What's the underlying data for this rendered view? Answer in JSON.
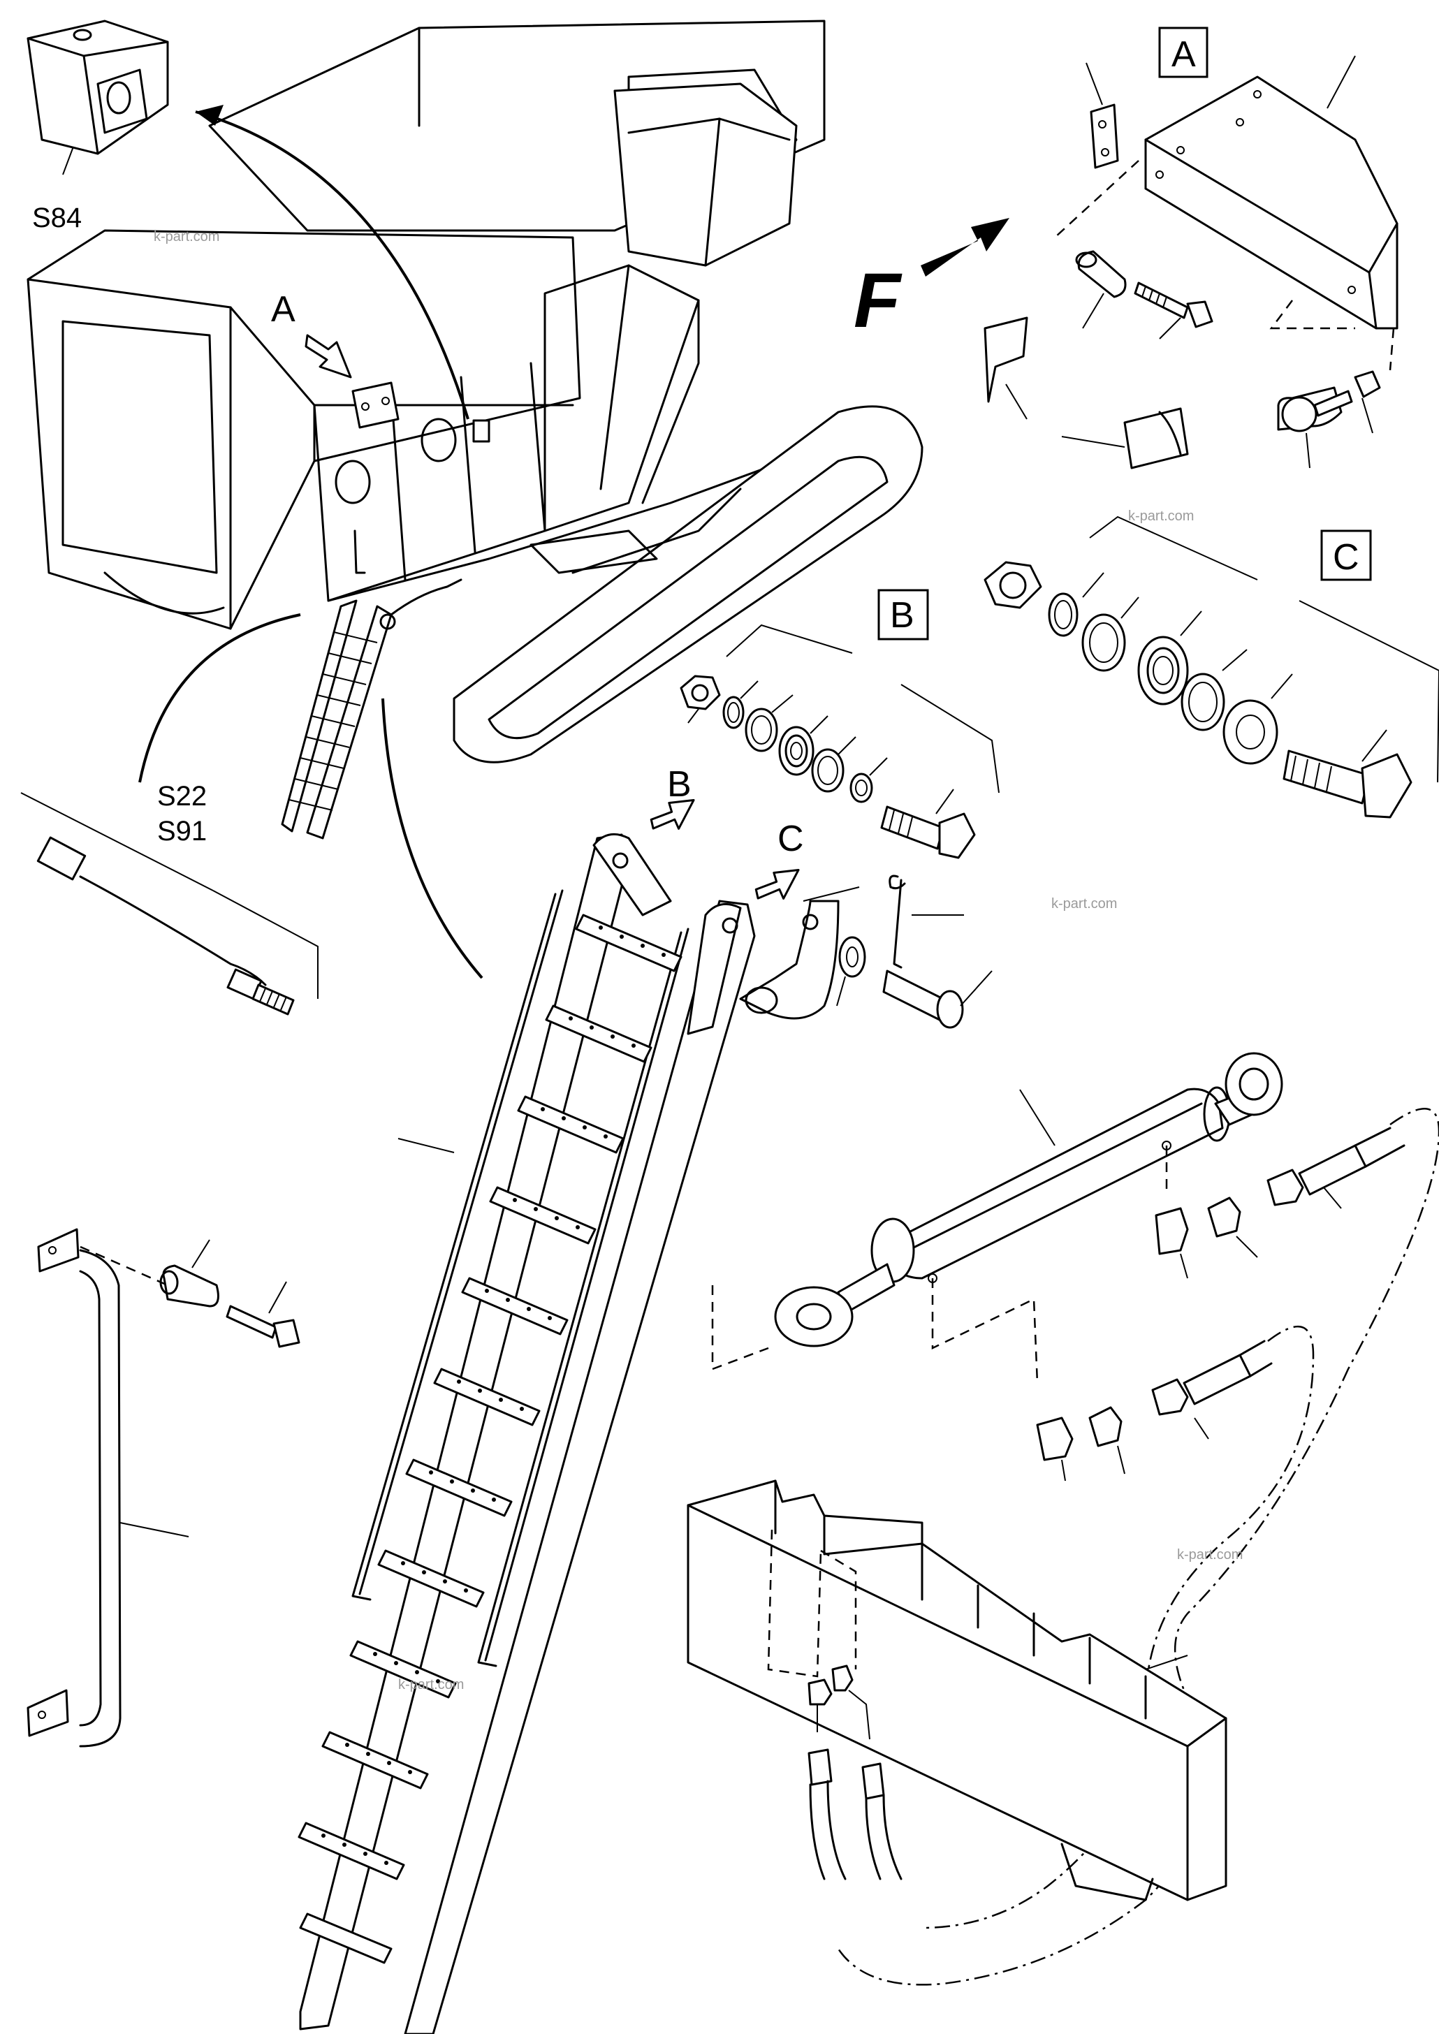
{
  "diagram": {
    "labels": {
      "s84": "S84",
      "s22": "S22",
      "s91": "S91",
      "view_a_callout": "A",
      "view_b_callout": "B",
      "view_c_callout": "C",
      "view_a_box": "A",
      "view_b_box": "B",
      "view_c_box": "C",
      "forward": "F"
    },
    "watermarks": [
      "k-part.com",
      "k-part.com",
      "k-part.com",
      "k-part.com",
      "k-part.com"
    ]
  }
}
